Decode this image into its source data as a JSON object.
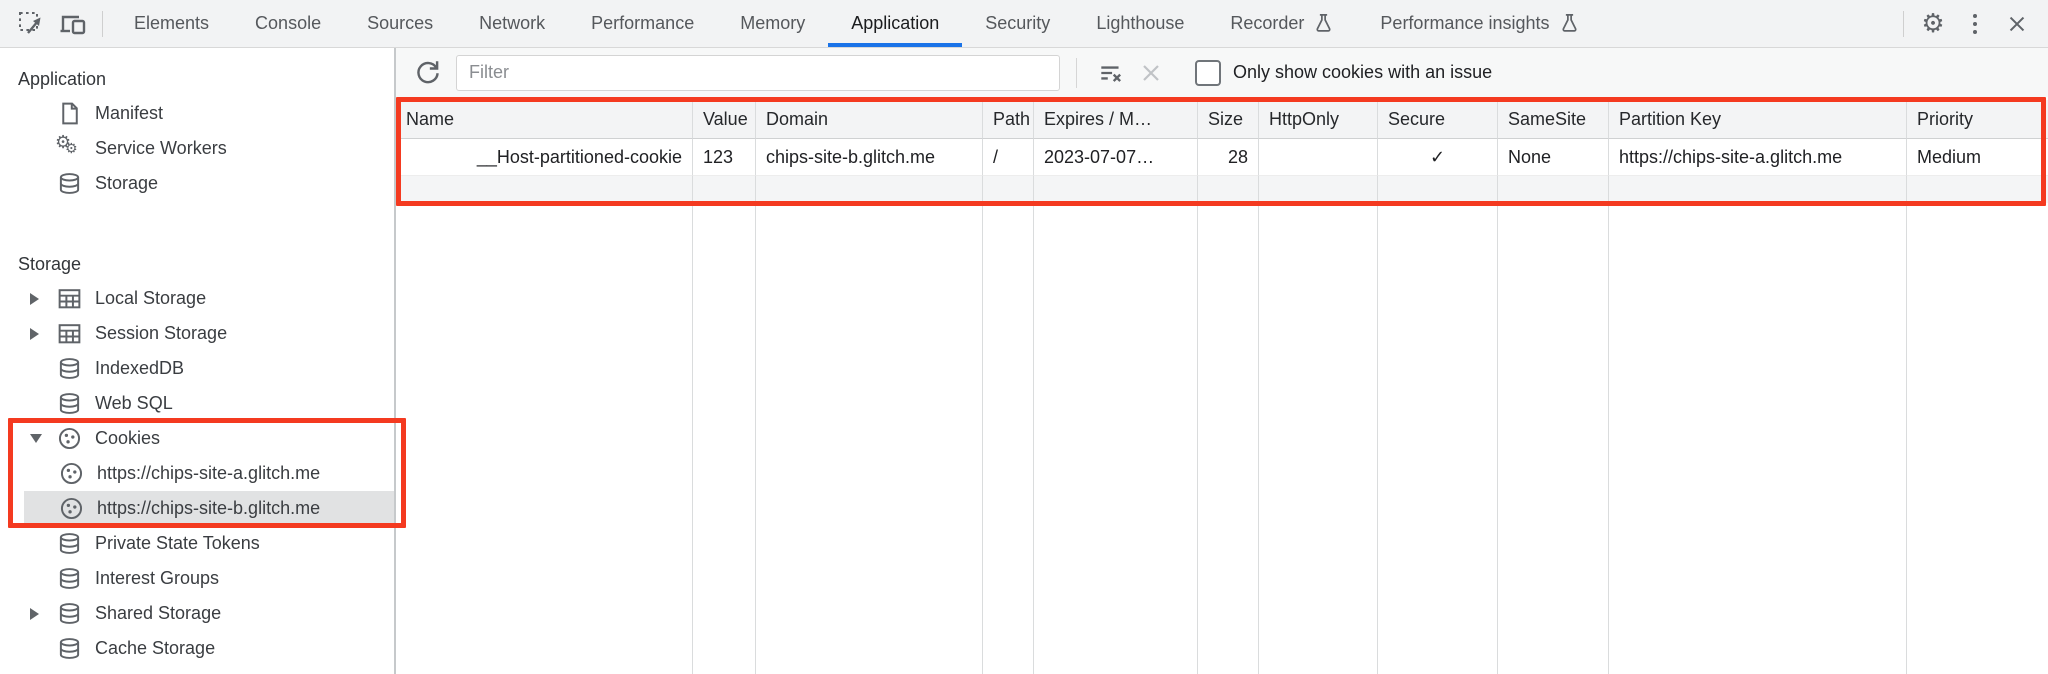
{
  "colors": {
    "accent_blue": "#1a73e8",
    "annotation_red": "#f43a20",
    "selection_gray": "#e1e2e3",
    "tab_bar_bg": "#f2f3f4"
  },
  "icons": {
    "gear_glyph": "⚙",
    "checkmark_glyph": "✓"
  },
  "tabbar": {
    "tabs": [
      "Elements",
      "Console",
      "Sources",
      "Network",
      "Performance",
      "Memory",
      "Application",
      "Security",
      "Lighthouse",
      "Recorder",
      "Performance insights"
    ],
    "selected": "Application"
  },
  "sidebar": {
    "sections": [
      {
        "title": "Application",
        "items": [
          {
            "label": "Manifest"
          },
          {
            "label": "Service Workers"
          },
          {
            "label": "Storage"
          }
        ]
      },
      {
        "title": "Storage",
        "items": [
          {
            "label": "Local Storage"
          },
          {
            "label": "Session Storage"
          },
          {
            "label": "IndexedDB"
          },
          {
            "label": "Web SQL"
          },
          {
            "label": "Cookies",
            "expanded": true,
            "children": [
              {
                "label": "https://chips-site-a.glitch.me"
              },
              {
                "label": "https://chips-site-b.glitch.me",
                "selected": true
              }
            ]
          },
          {
            "label": "Private State Tokens"
          },
          {
            "label": "Interest Groups"
          },
          {
            "label": "Shared Storage"
          },
          {
            "label": "Cache Storage"
          }
        ]
      }
    ]
  },
  "cookies_toolbar": {
    "filter_placeholder": "Filter",
    "only_issues_label": "Only show cookies with an issue",
    "checkbox_checked": false
  },
  "cookies_table": {
    "columns": [
      "Name",
      "Value",
      "Domain",
      "Path",
      "Expires / M…",
      "Size",
      "HttpOnly",
      "Secure",
      "SameSite",
      "Partition Key",
      "Priority"
    ],
    "rows": [
      {
        "name": "__Host-partitioned-cookie",
        "value": "123",
        "domain": "chips-site-b.glitch.me",
        "path": "/",
        "expires": "2023-07-07…",
        "size": "28",
        "http_only": "",
        "secure": "✓",
        "same_site": "None",
        "partition_key": "https://chips-site-a.glitch.me",
        "priority": "Medium"
      }
    ]
  }
}
